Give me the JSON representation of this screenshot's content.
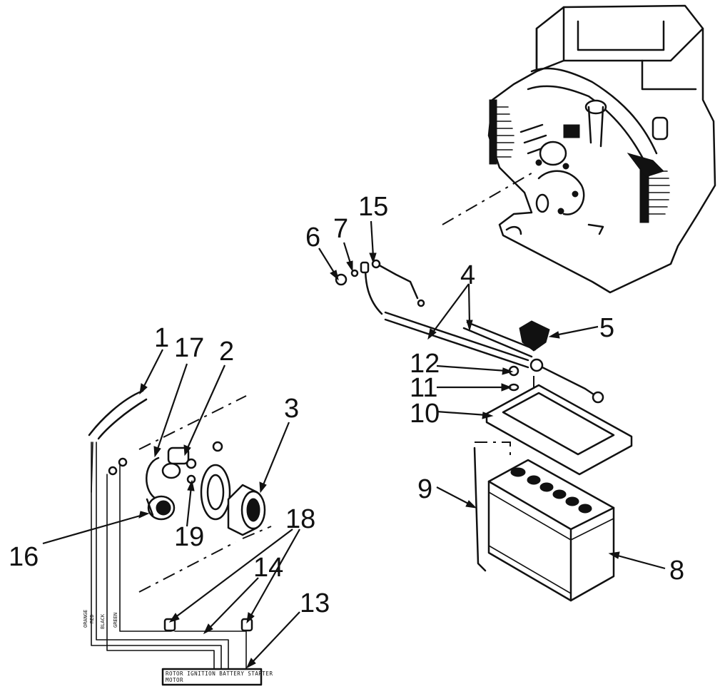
{
  "diagram": {
    "callouts": {
      "c1": "1",
      "c2": "2",
      "c3": "3",
      "c4": "4",
      "c5": "5",
      "c6": "6",
      "c7": "7",
      "c8": "8",
      "c9": "9",
      "c10": "10",
      "c11": "11",
      "c12": "12",
      "c13": "13",
      "c14": "14",
      "c15": "15",
      "c16": "16",
      "c17": "17",
      "c18a": "18",
      "c18b": "18",
      "c19": "19"
    },
    "wire_labels": {
      "orange": "ORANGE",
      "red": "RED",
      "black": "BLACK",
      "green": "GREEN"
    },
    "terminal_strip": {
      "row1": "ROTOR   IGNITION   BATTERY   STARTER",
      "row2": "MOTOR"
    }
  }
}
